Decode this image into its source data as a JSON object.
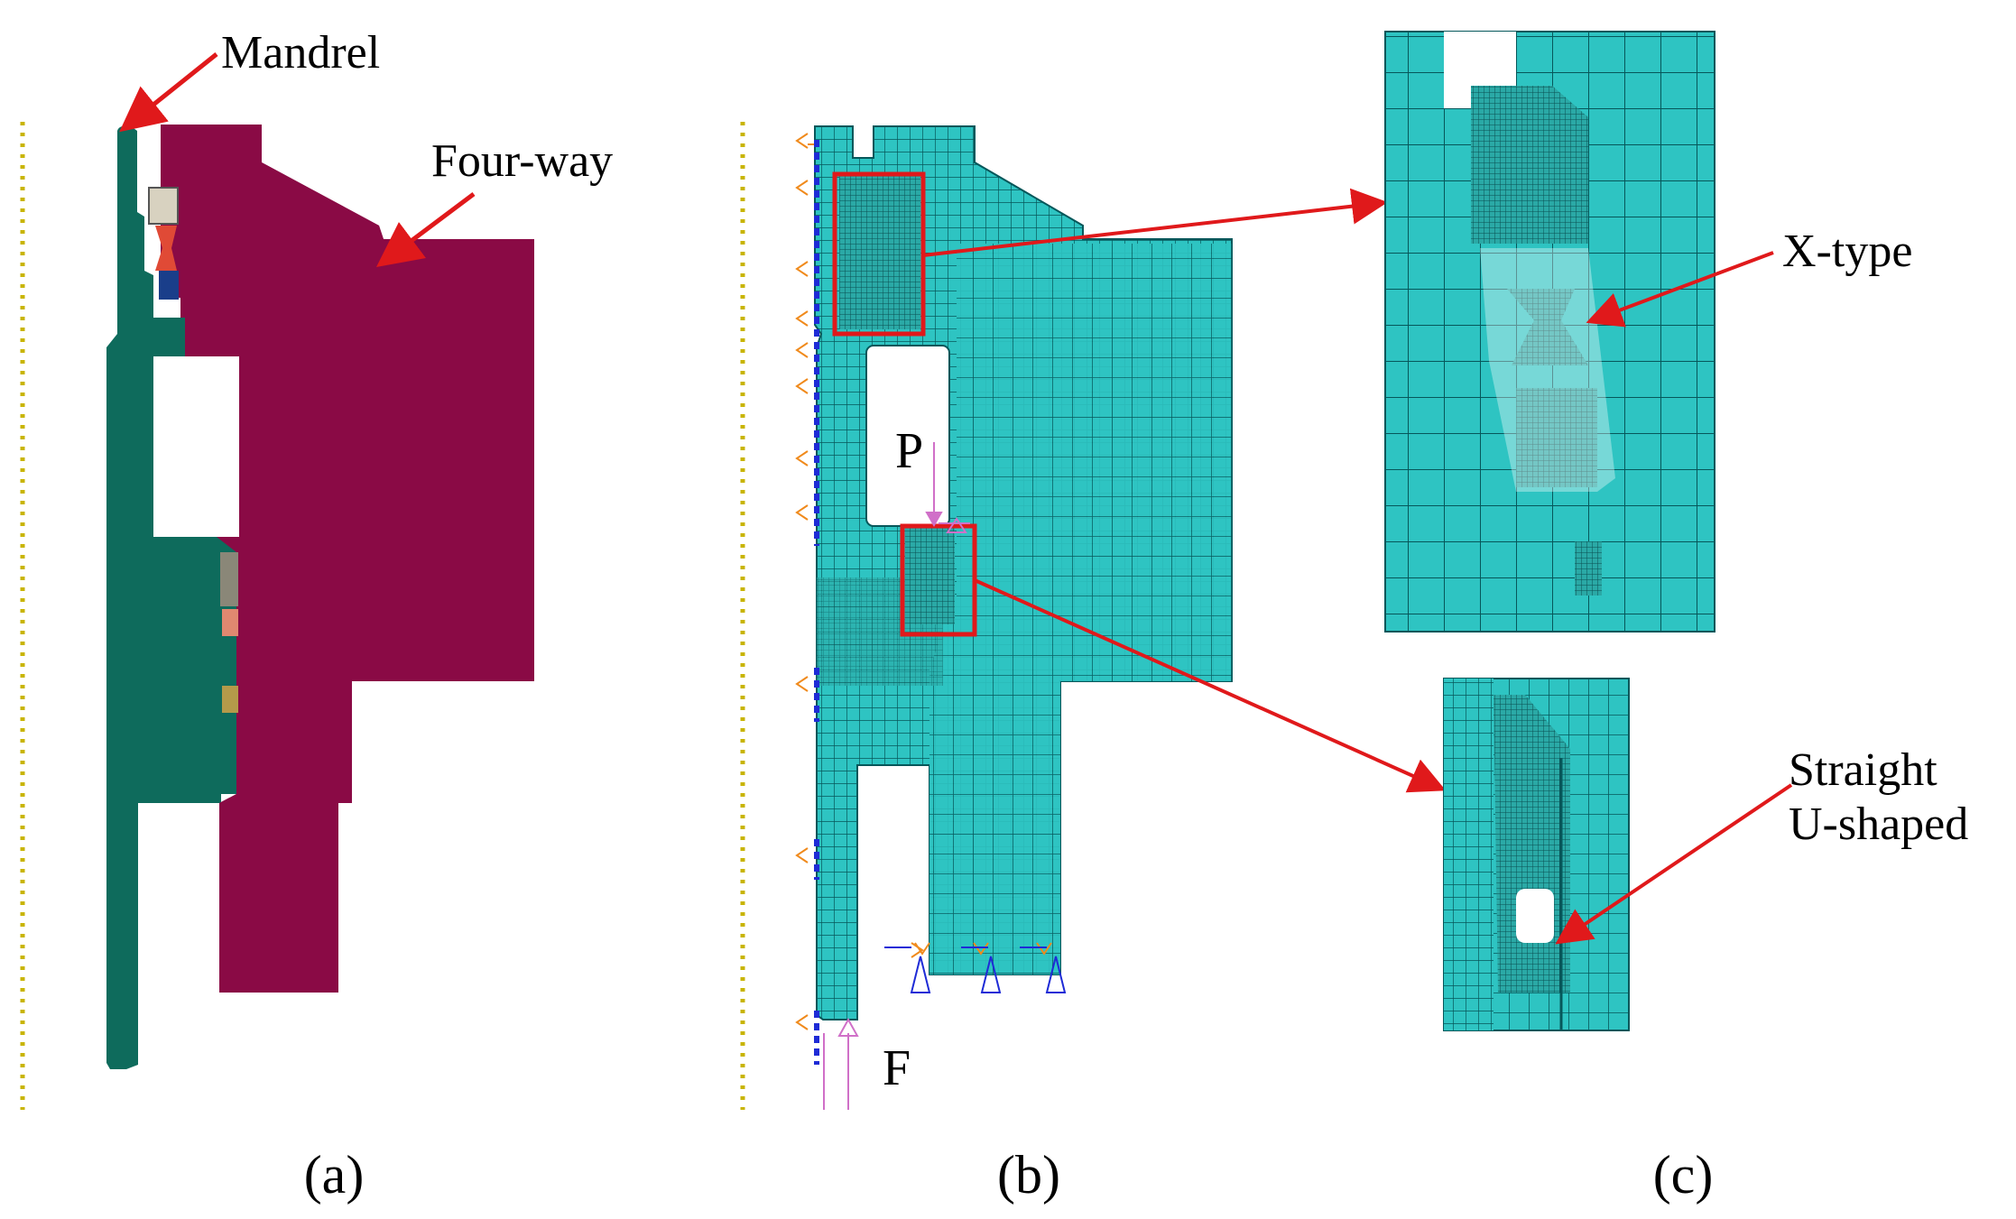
{
  "colors": {
    "mandrel": "#0e6b5c",
    "four_way": "#8a0a45",
    "mesh": "#2ec4c2",
    "mesh_line": "#06575a",
    "arrow": "#e0191b",
    "axis_dots": "#c8b400",
    "constraint_blue": "#1e2bd6",
    "constraint_orange": "#f08a1c",
    "load_pink": "#d070c8"
  },
  "panel_a": {
    "label": "(a)",
    "mandrel_label": "Mandrel",
    "four_way_label": "Four-way"
  },
  "panel_b": {
    "label": "(b)",
    "pressure_label": "P",
    "force_label": "F"
  },
  "panel_c": {
    "label": "(c)",
    "x_type_label": "X-type",
    "straight_label": "Straight",
    "u_shaped_label": "U-shaped"
  }
}
